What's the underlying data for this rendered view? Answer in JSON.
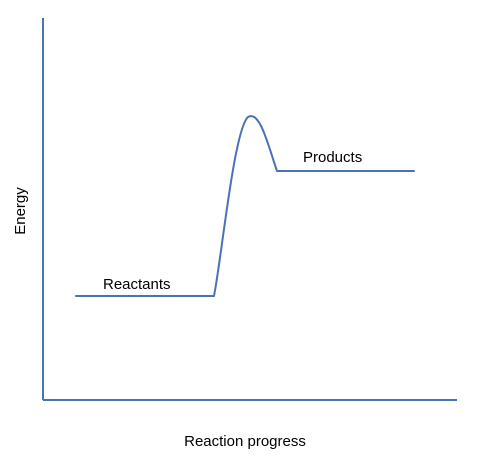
{
  "diagram": {
    "y_axis_label": "Energy",
    "x_axis_label": "Reaction progress",
    "reactants_label": "Reactants",
    "products_label": "Products",
    "line_color": "#4a72b6"
  }
}
